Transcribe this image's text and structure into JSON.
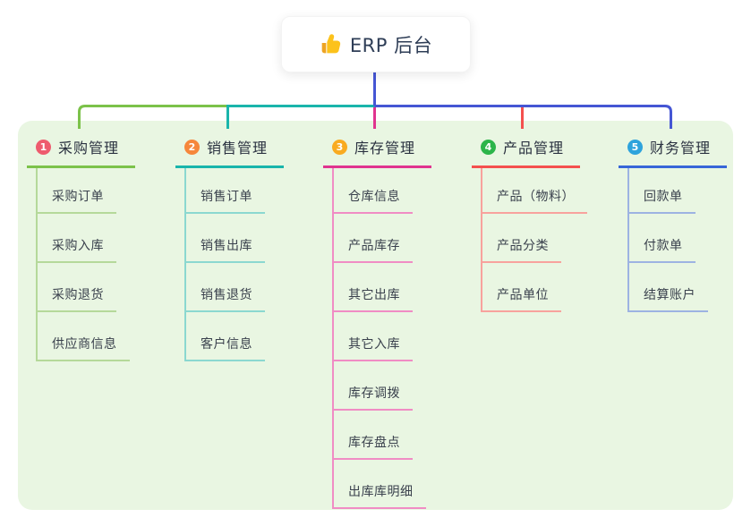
{
  "root": {
    "title": "ERP 后台",
    "icon": "thumbs-up-icon"
  },
  "colors": {
    "panel_bg": "#e9f6e2",
    "connector_blue": "#4556d4",
    "root_text": "#2e3d56",
    "branch_title_text": "#2a3140",
    "child_text": "#3a414d",
    "thumb_hand": "#fcc21b",
    "thumb_cuff": "#eda423"
  },
  "branches": [
    {
      "index": "1",
      "title": "采购管理",
      "badge_color": "#ee5b6e",
      "line_color": "#7cc24a",
      "light_color": "#b5d99a",
      "children": [
        "采购订单",
        "采购入库",
        "采购退货",
        "供应商信息"
      ]
    },
    {
      "index": "2",
      "title": "销售管理",
      "badge_color": "#f6873b",
      "line_color": "#1ab5ab",
      "light_color": "#8bd8d0",
      "children": [
        "销售订单",
        "销售出库",
        "销售退货",
        "客户信息"
      ]
    },
    {
      "index": "3",
      "title": "库存管理",
      "badge_color": "#f9ab20",
      "line_color": "#e0348f",
      "light_color": "#f08cc4",
      "children": [
        "仓库信息",
        "产品库存",
        "其它出库",
        "其它入库",
        "库存调拨",
        "库存盘点",
        "出库库明细"
      ]
    },
    {
      "index": "4",
      "title": "产品管理",
      "badge_color": "#2cb54a",
      "line_color": "#f4504e",
      "light_color": "#f8a29d",
      "children": [
        "产品（物料）",
        "产品分类",
        "产品单位"
      ]
    },
    {
      "index": "5",
      "title": "财务管理",
      "badge_color": "#2ea3dc",
      "line_color": "#3866d8",
      "light_color": "#9db3e2",
      "children": [
        "回款单",
        "付款单",
        "结算账户"
      ]
    }
  ]
}
